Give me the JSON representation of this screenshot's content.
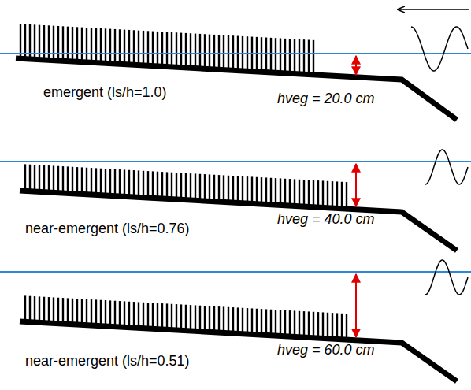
{
  "diagram": {
    "labels": [
      "emergent (ls/h=1.0)",
      "hveg = 20.0 cm",
      "near-emergent (ls/h=0.76)",
      "hveg = 40.0 cm",
      "near-emergent (ls/h=0.51)",
      "hveg = 60.0 cm"
    ]
  }
}
